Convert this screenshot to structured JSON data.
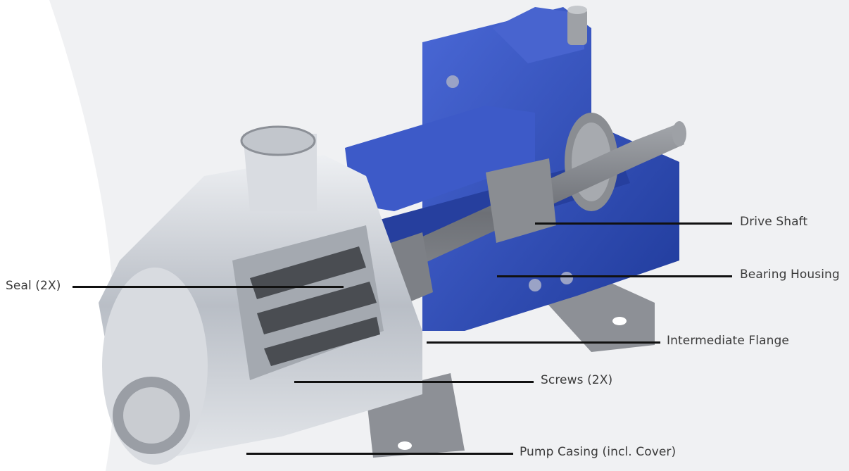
{
  "labels": {
    "drive_shaft": "Drive Shaft",
    "bearing_housing": "Bearing Housing",
    "seal": "Seal (2X)",
    "intermediate_flange": "Intermediate Flange",
    "screws": "Screws (2X)",
    "pump_casing": "Pump Casing (incl. Cover)"
  },
  "colors": {
    "housing_blue": "#2f4fb8",
    "steel": "#c8ccd2",
    "shaft_grey": "#7c7f85",
    "background_panel": "#f0f1f3"
  }
}
